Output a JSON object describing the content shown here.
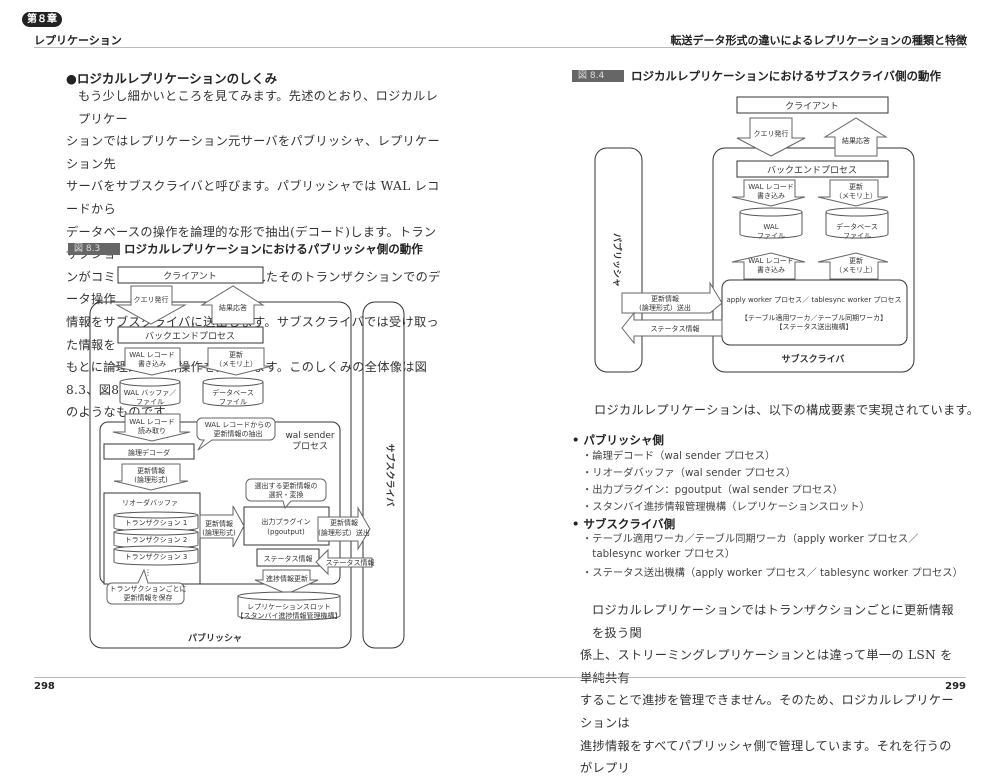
{
  "header": {
    "chapter_badge": "第８章",
    "left_running_title": "レプリケーション",
    "right_running_title": "転送データ形式の違いによるレプリケーションの種類と特徴"
  },
  "left_page": {
    "section_heading": "●ロジカルレプリケーションのしくみ",
    "paragraph_lines": [
      "もう少し細かいところを見てみます。先述のとおり、ロジカルレプリケー",
      "ションではレプリケーション元サーバをパブリッシャ、レプリケーション先",
      "サーバをサブスクライバと呼びます。パブリッシャでは WAL レコードから",
      "データベースの操作を論理的な形で抽出(デコード)します。トランザクショ",
      "ンがコミットされた時点で蓄積されたそのトランザクションでのデータ操作",
      "情報をサブスクライバに送出します。サブスクライバでは受け取った情報を",
      "もとに論理的な更新操作を実行します。このしくみの全体像は図8.3、図8.4",
      "のようなものです。"
    ],
    "figure": {
      "label": "図 8.3",
      "title": "ロジカルレプリケーションにおけるパブリッシャ側の動作",
      "client": "クライアント",
      "query": "クエリ発行",
      "response": "結果応答",
      "backend": "バックエンドプロセス",
      "wal_write_1": "WAL レコード",
      "wal_write_2": "書き込み",
      "update_1": "更新",
      "update_2": "（メモリ上）",
      "wal_buffer_1": "WAL バッファ／",
      "wal_buffer_2": "ファイル",
      "db_file_1": "データベース",
      "db_file_2": "ファイル",
      "wal_read_1": "WAL レコード",
      "wal_read_2": "読み取り",
      "extract_1": "WAL レコードからの",
      "extract_2": "更新情報の抽出",
      "walsender_1": "wal sender",
      "walsender_2": "プロセス",
      "decoder": "論理デコーダ",
      "upd_info_1": "更新情報",
      "upd_info_2": "(論理形式)",
      "reorder": "リオーダバッファ",
      "tx": [
        "トランザクション 1",
        "トランザクション 2",
        "トランザクション 3"
      ],
      "ellipsis": "⋮",
      "save_note_1": "トランザクションごとに",
      "save_note_2": "更新情報を保存",
      "select_note_1": "選出する更新情報の",
      "select_note_2": "選択・変換",
      "plugin_1": "出力プラグイン",
      "plugin_2": "(pgoutput)",
      "mid_upd_1": "更新情報",
      "mid_upd_2": "(論理形式)",
      "send_1": "更新情報",
      "send_2": "(論理形式）送出",
      "status": "ステータス情報",
      "status_in": "ステータス情報",
      "progress": "進捗情報更新",
      "slot_1": "レプリケーションスロット",
      "slot_2": "【スタンバイ進捗情報管理機構】",
      "publisher": "パブリッシャ",
      "subscriber": "サブスクライバ"
    },
    "page_number": "298"
  },
  "right_page": {
    "figure": {
      "label": "図 8.4",
      "title": "ロジカルレプリケーションにおけるサブスクライバ側の動作",
      "client": "クライアント",
      "query": "クエリ発行",
      "response": "結果応答",
      "backend": "バックエンドプロセス",
      "wal_write_1": "WAL レコード",
      "wal_write_2": "書き込み",
      "update_1": "更新",
      "update_2": "（メモリ上）",
      "wal_file_1": "WAL",
      "wal_file_2": "ファイル",
      "db_file_1": "データベース",
      "db_file_2": "ファイル",
      "wal_write_b1": "WAL レコード",
      "wal_write_b2": "書き込み",
      "update_b1": "更新",
      "update_b2": "（メモリ上）",
      "publisher": "パブリッシャ",
      "recv_1": "更新情報",
      "recv_2": "(論理形式）送出",
      "status": "ステータス情報",
      "worker_1": "apply worker プロセス／ tablesync worker プロセス",
      "worker_2": "【テーブル適用ワーカ／テーブル同期ワーカ】",
      "worker_3": "【ステータス送出機構】",
      "subscriber": "サブスクライバ"
    },
    "intro": "ロジカルレプリケーションは、以下の構成要素で実現されています。",
    "lists": [
      {
        "heading": "パブリッシャ側",
        "items": [
          "・論理デコード（wal sender プロセス）",
          "・リオーダバッファ（wal sender プロセス）",
          "・出力プラグイン：pgoutput（wal sender プロセス）",
          "・スタンバイ進捗情報管理機構（レプリケーションスロット）"
        ]
      },
      {
        "heading": "サブスクライバ側",
        "items": [
          "・テーブル適用ワーカ／テーブル同期ワーカ（apply worker プロセス／",
          "　tablesync worker プロセス）",
          "・ステータス送出機構（apply worker プロセス／ tablesync worker プロセス）"
        ]
      }
    ],
    "paragraph_lines": [
      "ロジカルレプリケーションではトランザクションごとに更新情報を扱う関",
      "係上、ストリーミングレプリケーションとは違って単一の LSN を単純共有",
      "することで進捗を管理できません。そのため、ロジカルレプリケーションは",
      "進捗情報をすべてパブリッシャ側で管理しています。それを行うのがレプリ"
    ],
    "page_number": "299"
  }
}
